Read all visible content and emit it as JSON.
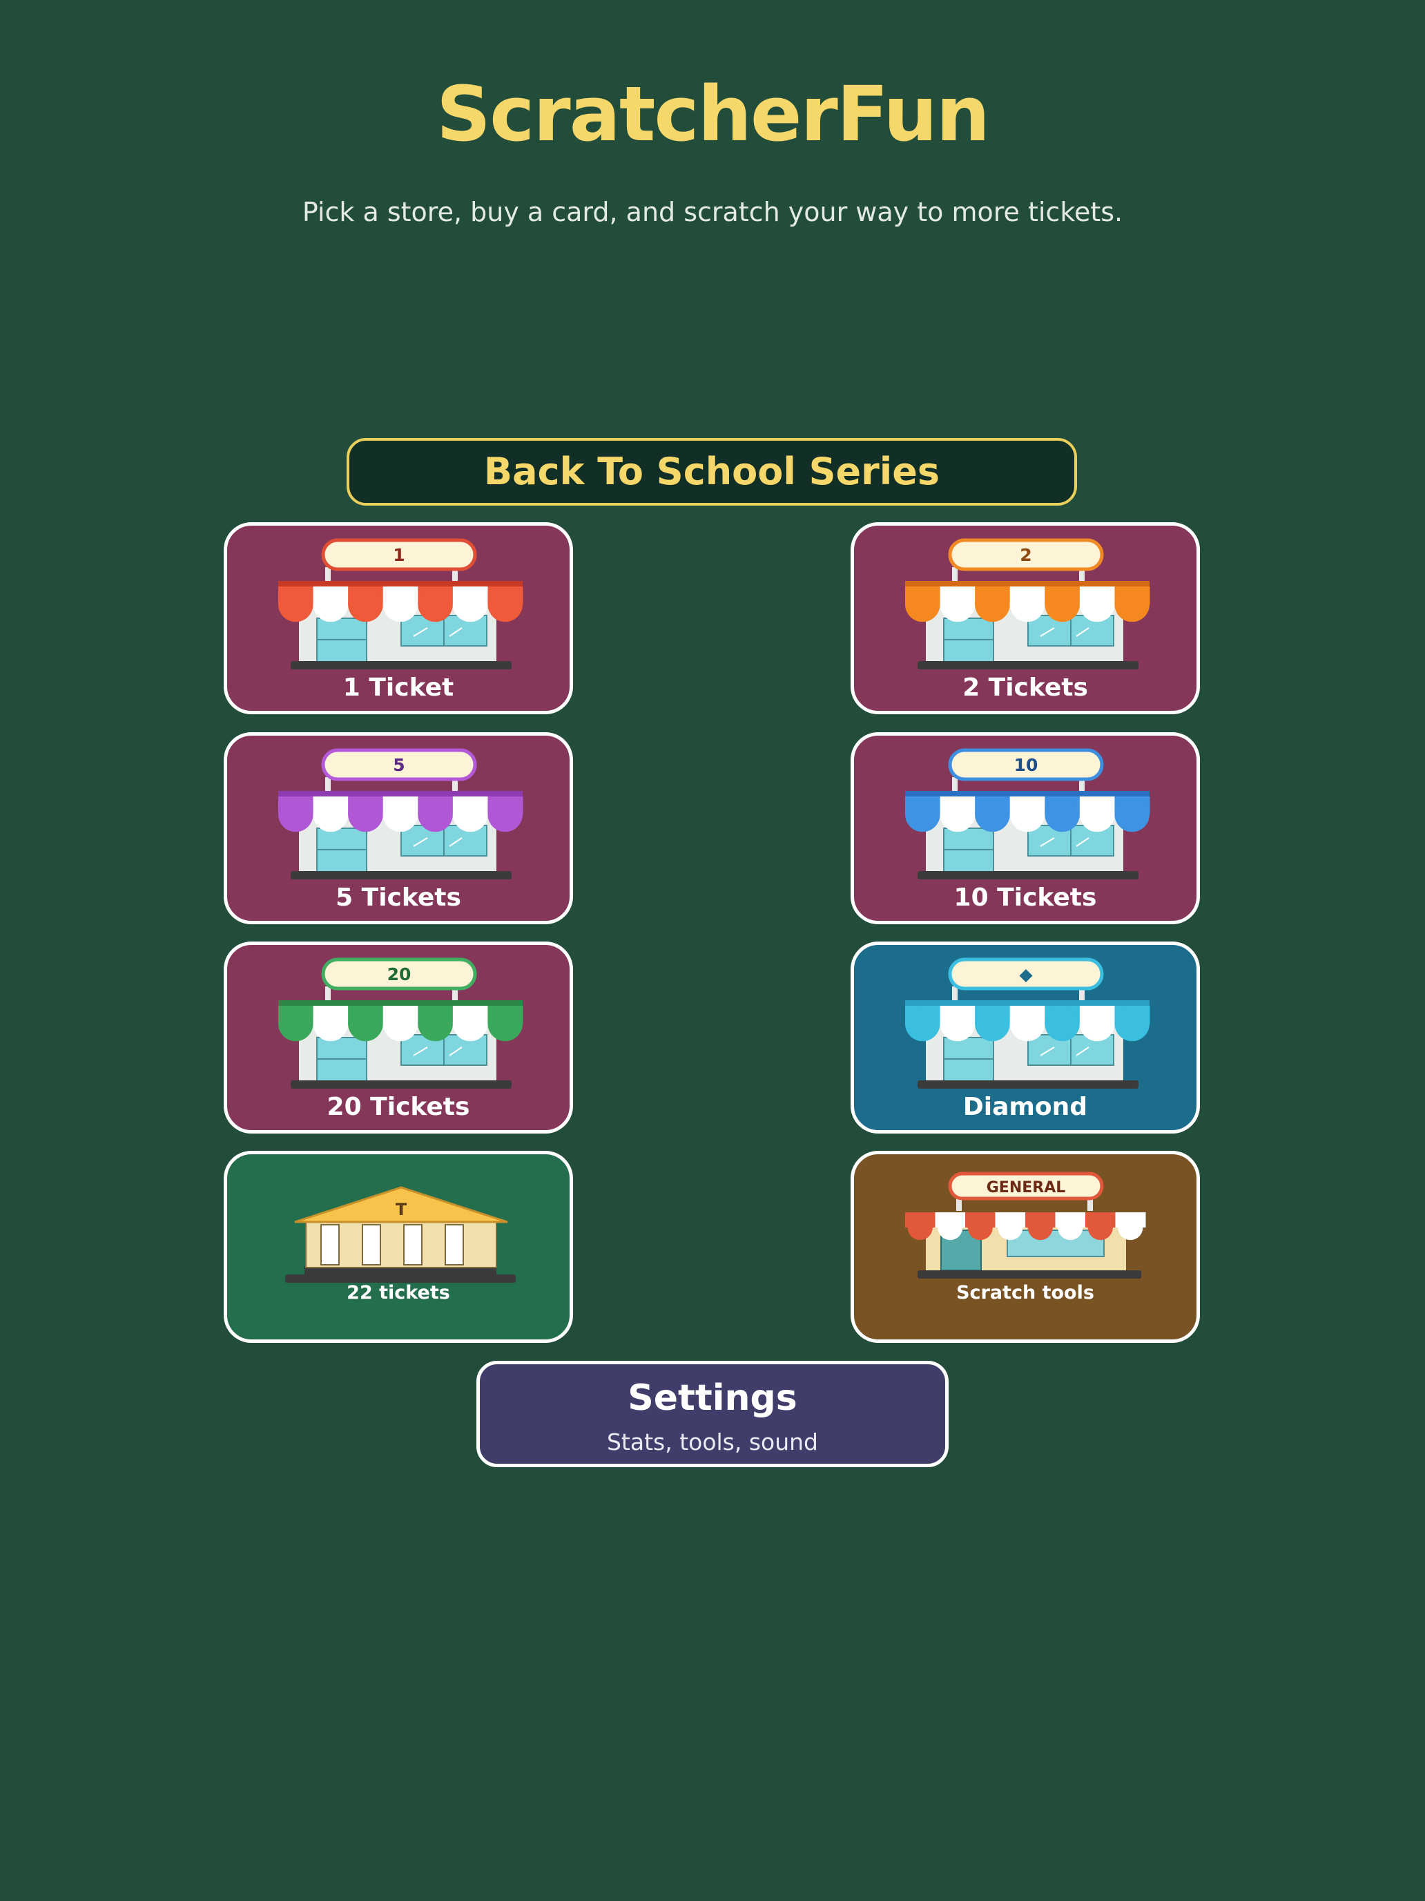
{
  "header": {
    "title": "ScratcherFun",
    "subtitle": "Pick a store, buy a card, and scratch your way to more tickets."
  },
  "series": {
    "title": "Back To School Series"
  },
  "stores": [
    {
      "id": "store-1",
      "sign": "1",
      "label": "1 Ticket",
      "color": "#ee5a3a",
      "accent": "#c93a24",
      "bg": "#843759",
      "sign_text_color": "#8b2a1a",
      "sign_border": "#e04e35"
    },
    {
      "id": "store-2",
      "sign": "2",
      "label": "2 Tickets",
      "color": "#f5891f",
      "accent": "#d46a11",
      "bg": "#843759",
      "sign_text_color": "#8b4a10",
      "sign_border": "#f08a25"
    },
    {
      "id": "store-5",
      "sign": "5",
      "label": "5 Tickets",
      "color": "#b057d5",
      "accent": "#8e3bb2",
      "bg": "#843759",
      "sign_text_color": "#5d2a85",
      "sign_border": "#b45ad9"
    },
    {
      "id": "store-10",
      "sign": "10",
      "label": "10 Tickets",
      "color": "#3f93e4",
      "accent": "#2a71c2",
      "bg": "#843759",
      "sign_text_color": "#1f4f8a",
      "sign_border": "#3e8fdf"
    },
    {
      "id": "store-20",
      "sign": "20",
      "label": "20 Tickets",
      "color": "#3aa85a",
      "accent": "#2a8745",
      "bg": "#843759",
      "sign_text_color": "#1f6a36",
      "sign_border": "#41ad60"
    },
    {
      "id": "store-diamond",
      "sign": "◆",
      "label": "Diamond",
      "color": "#3bbfe0",
      "accent": "#2aa0c4",
      "bg": "#1c6c8c",
      "sign_text_color": "#1c6c8c",
      "sign_border": "#3bbfe0"
    }
  ],
  "bank": {
    "sign": "T",
    "label": "22 tickets",
    "bg": "#236e4c",
    "roof": "#f7c34a"
  },
  "general_store": {
    "sign": "GENERAL",
    "label": "Scratch tools",
    "bg": "#7a5324",
    "color": "#e1593a"
  },
  "settings": {
    "title": "Settings",
    "subtitle": "Stats, tools, sound",
    "bg": "#403d6b"
  }
}
